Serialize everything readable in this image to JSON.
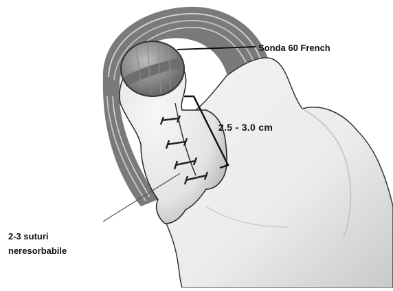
{
  "figure": {
    "labels": {
      "probe": "Sonda 60 French",
      "measurement": "2.5 - 3.0 cm",
      "sutures_line1": "2-3 suturi",
      "sutures_line2": "neresorbabile"
    },
    "colors": {
      "ink": "#111111",
      "tissue_shadow": "#9a9a9a",
      "probe_band": "#6e6e6e"
    }
  }
}
